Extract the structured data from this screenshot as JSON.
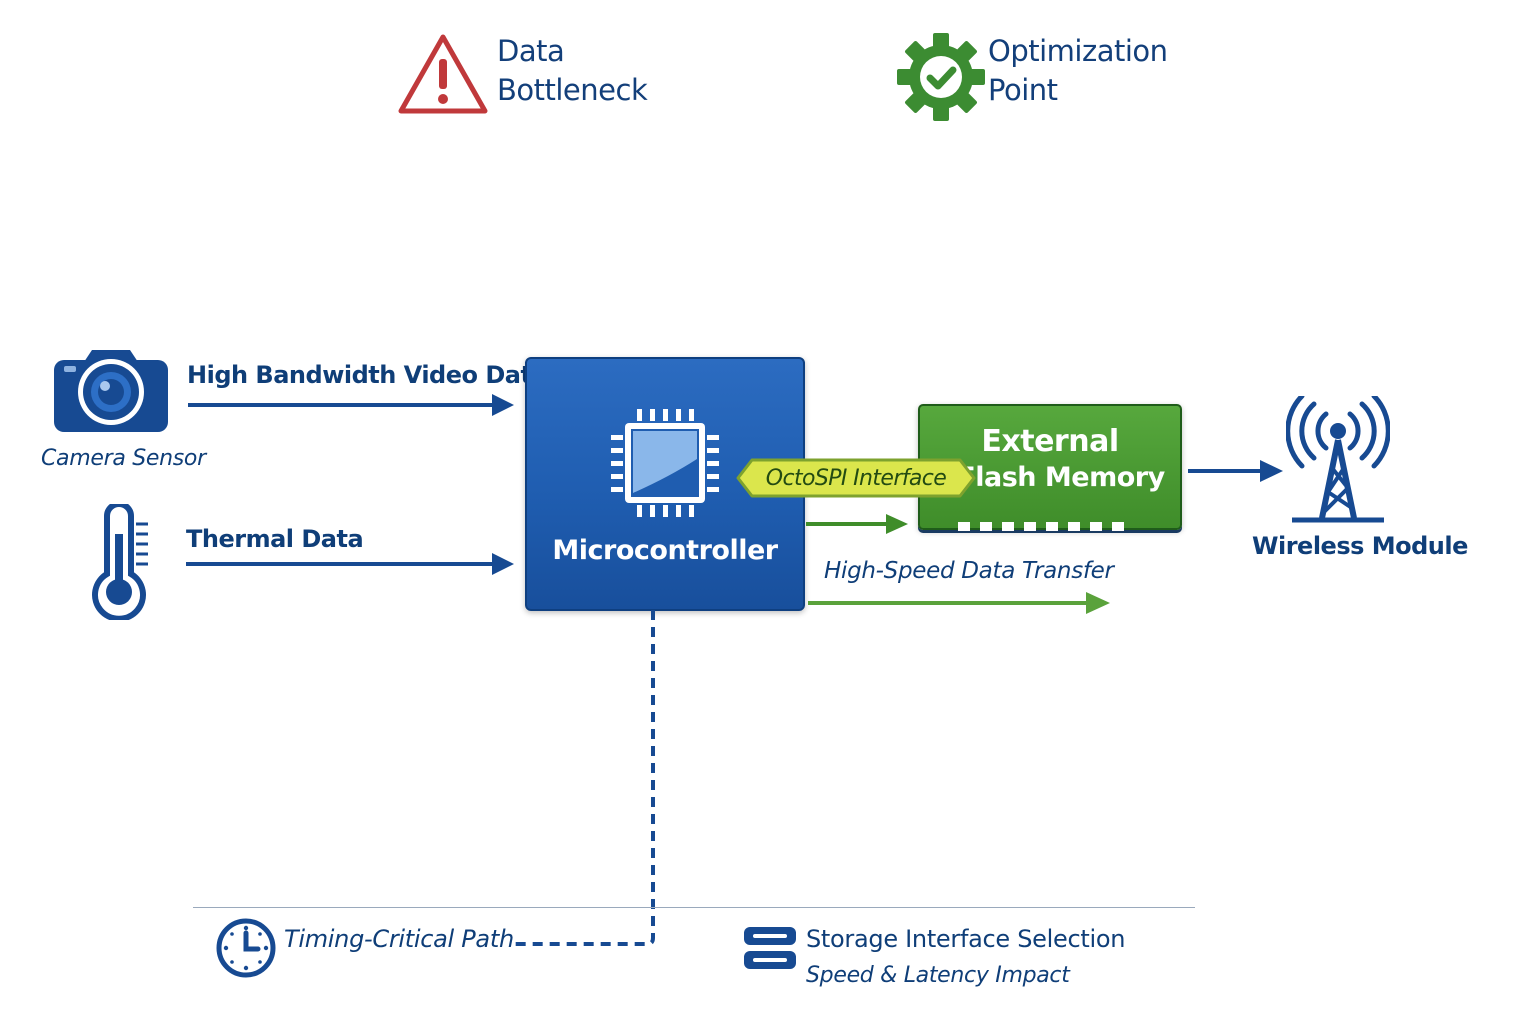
{
  "legend": {
    "bottleneck": {
      "icon": "warning-triangle-icon",
      "line1": "Data",
      "line2": "Bottleneck",
      "color": "#c0393b"
    },
    "optimization": {
      "icon": "gear-check-icon",
      "line1": "Optimization",
      "line2": "Point",
      "color": "#3c8c32"
    }
  },
  "inputs": {
    "camera": {
      "icon": "camera-icon",
      "caption": "Camera Sensor",
      "flow_label": "High Bandwidth Video Data"
    },
    "thermal": {
      "icon": "thermometer-icon",
      "flow_label": "Thermal Data"
    }
  },
  "mcu": {
    "icon": "chip-icon",
    "label": "Microcontroller",
    "color": "#1f5db0"
  },
  "octospi": {
    "label": "OctoSPI Interface",
    "color": "#d9e54a"
  },
  "flash": {
    "line1": "External",
    "line2": "Flash Memory",
    "color": "#4a9a35"
  },
  "transfer": {
    "label": "High-Speed Data Transfer",
    "color": "#5aa23b"
  },
  "wireless": {
    "icon": "antenna-tower-icon",
    "caption": "Wireless Module"
  },
  "footer": {
    "timing": {
      "icon": "clock-icon",
      "label": "Timing-Critical Path"
    },
    "storage": {
      "icon": "storage-icon",
      "title": "Storage Interface Selection",
      "subtitle": "Speed & Latency Impact"
    }
  },
  "colors": {
    "navy": "#0f3e78",
    "arrow_blue": "#174a92",
    "green": "#3f8d2a",
    "red": "#c0393b"
  }
}
